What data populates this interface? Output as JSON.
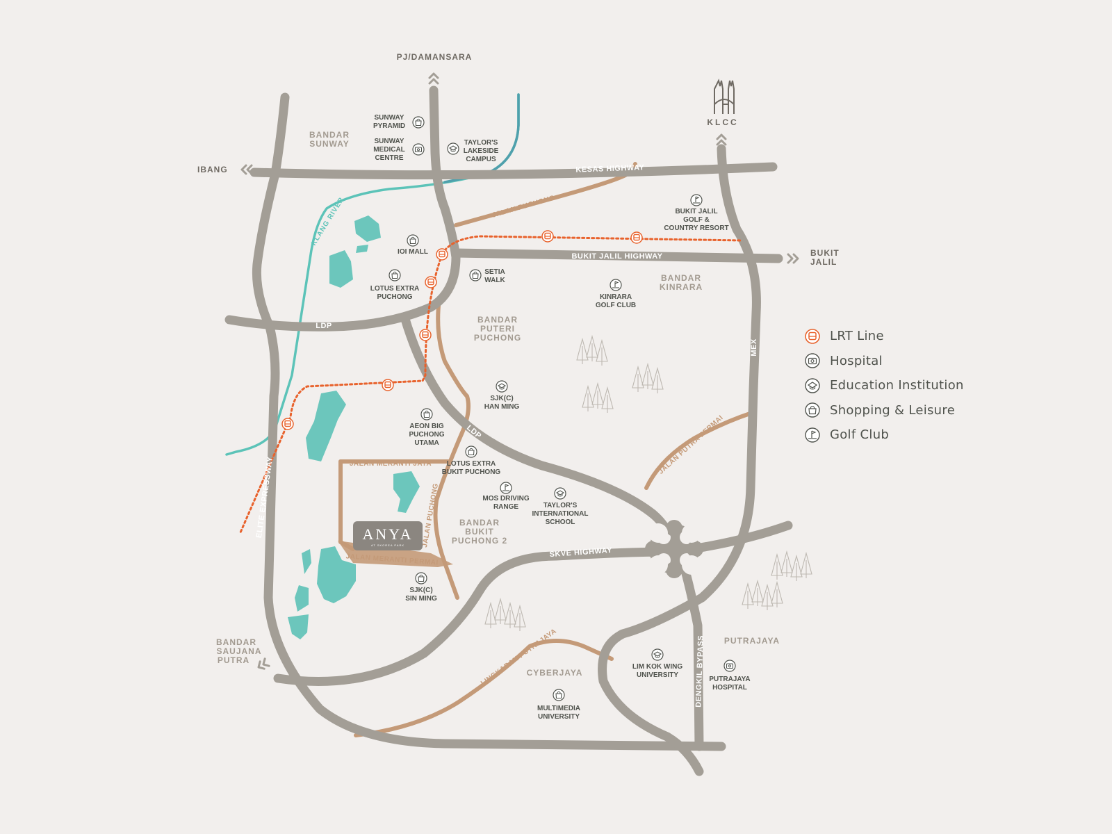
{
  "areas": {
    "bandar_sunway": [
      "BANDAR",
      "SUNWAY"
    ],
    "bandar_kinrara": [
      "BANDAR",
      "KINRARA"
    ],
    "bandar_puteri_puchong": [
      "BANDAR",
      "PUTERI",
      "PUCHONG"
    ],
    "bandar_bukit_puchong_2": [
      "BANDAR",
      "BUKIT",
      "PUCHONG 2"
    ],
    "putrajaya": "PUTRAJAYA",
    "cyberjaya": "CYBERJAYA",
    "bandar_saujana_putra": [
      "BANDAR",
      "SAUJANA",
      "PUTRA"
    ]
  },
  "directions": {
    "north": "PJ/DAMANSARA",
    "west": "IBANG",
    "east": [
      "BUKIT",
      "JALIL"
    ],
    "klcc": "KLCC"
  },
  "roads": {
    "kesas": "KESAS HIGHWAY",
    "bukit_jalil": "BUKIT JALIL HIGHWAY",
    "ldp_west": "LDP",
    "ldp_diag": "LDP",
    "skve": "SKVE HIGHWAY",
    "mex": "MEX",
    "elite": "ELITE EXPRESSWAY",
    "dengkil": "DENGKIL BYPASS",
    "jalan_puchong_top": "JALAN PUCHONG",
    "jalan_puchong_mid": "JALAN PUCHONG",
    "jalan_putra_permai": "JALAN PUTRA PERMAI",
    "jalan_meranti_jaya": "JALAN MERANTI JAYA",
    "jalan_meranti_permai": "JALAN MERANTI PERMAI",
    "lingkaran_putrajaya": "LINGKARAN PUTRAJAYA",
    "klang_river": "KLANG RIVER"
  },
  "pois": {
    "sunway_pyramid": [
      "SUNWAY",
      "PYRAMID"
    ],
    "sunway_medical": [
      "SUNWAY",
      "MEDICAL",
      "CENTRE"
    ],
    "taylors_lakeside": [
      "TAYLOR'S",
      "LAKESIDE",
      "CAMPUS"
    ],
    "bukit_jalil_golf": [
      "BUKIT JALIL",
      "GOLF &",
      "COUNTRY RESORT"
    ],
    "ioi_mall": "IOI MALL",
    "setia_walk": [
      "SETIA",
      "WALK"
    ],
    "lotus_extra_puchong": [
      "LOTUS EXTRA",
      "PUCHONG"
    ],
    "kinrara_golf": [
      "KINRARA",
      "GOLF CLUB"
    ],
    "sjkc_han_ming": [
      "SJK(C)",
      "HAN MING"
    ],
    "aeon_big": [
      "AEON BIG",
      "PUCHONG",
      "UTAMA"
    ],
    "lotus_extra_bukit": [
      "LOTUS EXTRA",
      "BUKIT PUCHONG"
    ],
    "mos_driving": [
      "MOS DRIVING",
      "RANGE"
    ],
    "taylors_international": [
      "TAYLOR'S",
      "INTERNATIONAL",
      "SCHOOL"
    ],
    "sjkc_sin_ming": [
      "SJK(C)",
      "SIN MING"
    ],
    "lim_kok_wing": [
      "LIM KOK WING",
      "UNIVERSITY"
    ],
    "putrajaya_hospital": [
      "PUTRAJAYA",
      "HOSPITAL"
    ],
    "multimedia_university": [
      "MULTIMEDIA",
      "UNIVERSITY"
    ]
  },
  "anya": {
    "logo": "ANYA",
    "sub": "AT SKOREA PARK"
  },
  "legend": [
    {
      "label": "LRT Line",
      "icon": "lrt-icon",
      "color": "#e8622c"
    },
    {
      "label": "Hospital",
      "icon": "hospital-icon",
      "color": "#4f524c"
    },
    {
      "label": "Education Institution",
      "icon": "education-icon",
      "color": "#4f524c"
    },
    {
      "label": "Shopping & Leisure",
      "icon": "shopping-icon",
      "color": "#4f524c"
    },
    {
      "label": "Golf Club",
      "icon": "golf-icon",
      "color": "#4f524c"
    }
  ],
  "colors": {
    "background": "#f2efed",
    "road": "#a39e96",
    "secondary_road": "#c49a78",
    "lrt": "#e8622c",
    "river": "#5cc3b8",
    "water": "#6cc6bc",
    "icon": "#4f524c"
  }
}
